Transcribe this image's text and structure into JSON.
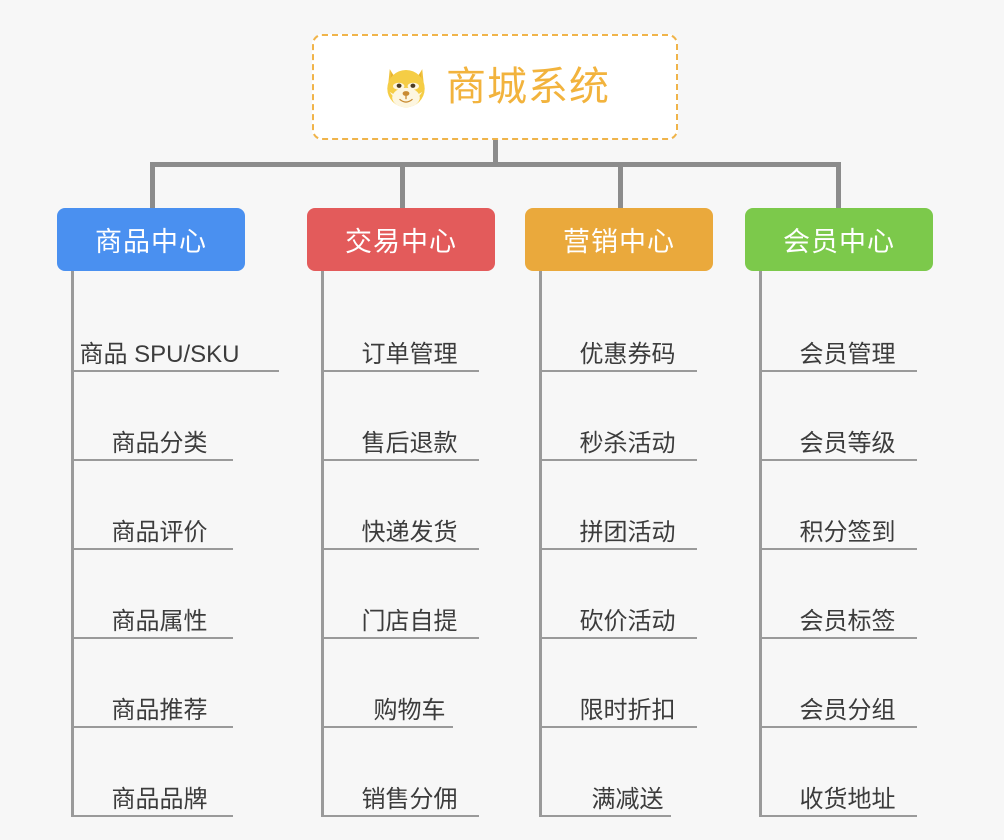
{
  "page": {
    "background_color": "#f7f7f7",
    "title": "商城系统"
  },
  "root": {
    "label": "商城系统",
    "icon": "shiba-dog-face-emoji",
    "border_color": "#f0b44a",
    "text_color": "#f2b33d",
    "background_color": "#ffffff"
  },
  "connector": {
    "color": "#8c8c8c"
  },
  "columns": [
    {
      "header": "商品中心",
      "color": "#4a90f0",
      "spine_color": "#9a9a9a",
      "items": [
        "商品 SPU/SKU",
        "商品分类",
        "商品评价",
        "商品属性",
        "商品推荐",
        "商品品牌"
      ],
      "item_widths": [
        208,
        162,
        162,
        162,
        162,
        162
      ]
    },
    {
      "header": "交易中心",
      "color": "#e35b5b",
      "spine_color": "#9a9a9a",
      "items": [
        "订单管理",
        "售后退款",
        "快递发货",
        "门店自提",
        "购物车",
        "销售分佣"
      ],
      "item_widths": [
        158,
        158,
        158,
        158,
        132,
        158
      ]
    },
    {
      "header": "营销中心",
      "color": "#eaa93c",
      "spine_color": "#9a9a9a",
      "items": [
        "优惠券码",
        "秒杀活动",
        "拼团活动",
        "砍价活动",
        "限时折扣",
        "满减送"
      ],
      "item_widths": [
        158,
        158,
        158,
        158,
        158,
        132
      ]
    },
    {
      "header": "会员中心",
      "color": "#7cc94b",
      "spine_color": "#9a9a9a",
      "items": [
        "会员管理",
        "会员等级",
        "积分签到",
        "会员标签",
        "会员分组",
        "收货地址"
      ],
      "item_widths": [
        158,
        158,
        158,
        158,
        158,
        158
      ]
    }
  ]
}
